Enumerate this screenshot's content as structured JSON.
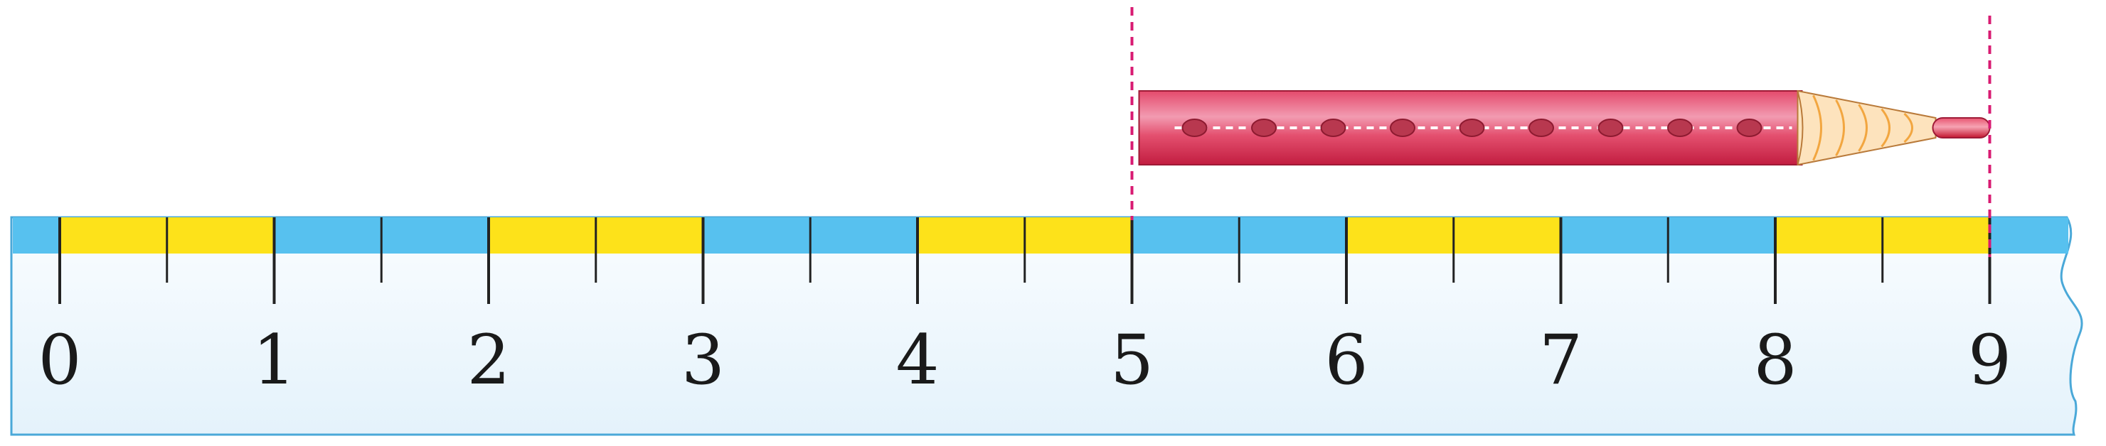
{
  "ruler": {
    "labels": [
      "0",
      "1",
      "2",
      "3",
      "4",
      "5",
      "6",
      "7",
      "8",
      "9"
    ],
    "start_value": 0,
    "end_value": 9,
    "minor_step": 0.5,
    "band_pattern": [
      "yellow",
      "blue",
      "yellow",
      "blue",
      "yellow",
      "blue",
      "yellow",
      "blue",
      "yellow"
    ],
    "colors": {
      "yellow": "#fde21a",
      "blue": "#57c1ef",
      "body": "#eaf5fc",
      "outline": "#4aa8d8",
      "tick": "#222222"
    }
  },
  "pencil": {
    "start_value": 5,
    "end_value": 9,
    "dot_count": 9,
    "colors": {
      "body": "#dc3f63",
      "body_light": "#f08aa4",
      "dots": "#b8384f",
      "wood": "#fde3bd",
      "wood_lines": "#f2a640",
      "lead": "#d2223c"
    }
  },
  "guides": {
    "values": [
      5,
      9
    ],
    "color": "#d81b72"
  }
}
